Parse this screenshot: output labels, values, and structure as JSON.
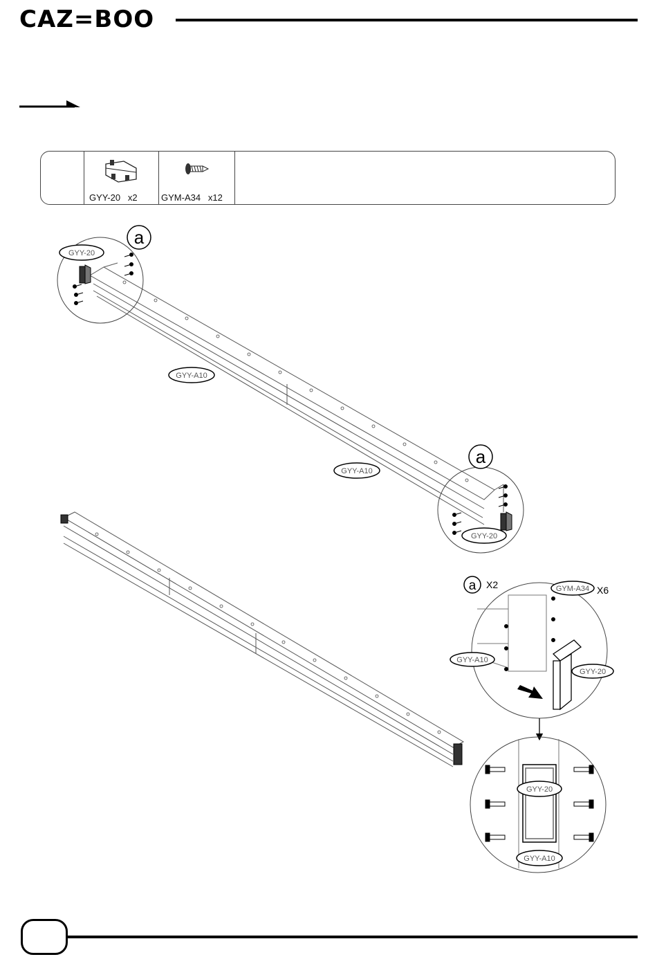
{
  "header": {
    "logo": "CAZ=BOO"
  },
  "parts": [
    {
      "code": "GYY-20",
      "qty": "x2",
      "icon": "bracket-icon"
    },
    {
      "code": "GYM-A34",
      "qty": "x12",
      "icon": "screw-icon"
    }
  ],
  "labels": {
    "callout_a": "a",
    "gyy20": "GYY-20",
    "gya10": "GYY-A10",
    "gym_a34": "GYM-A34",
    "x2": "X2",
    "x6": "X6"
  },
  "footer": {
    "page_number": ""
  }
}
